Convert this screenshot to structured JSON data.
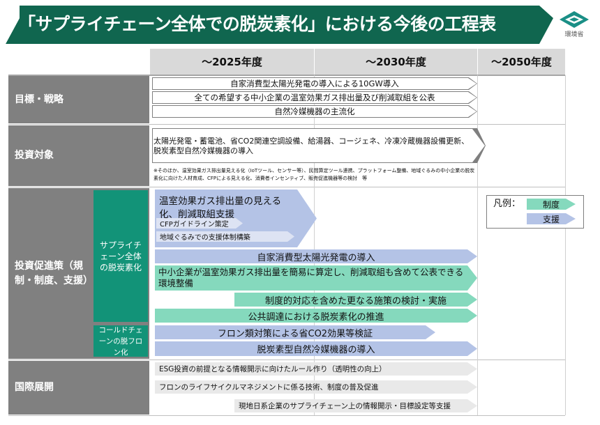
{
  "header": {
    "title": "「サプライチェーン全体での脱炭素化」における今後の工程表",
    "logo_text": "環境省",
    "colors": {
      "band": "#10664f",
      "teal": "#129378",
      "label_grey": "#808080"
    }
  },
  "columns": [
    "～2025年度",
    "～2030年度",
    "～2050年度"
  ],
  "rows": {
    "goals": {
      "label": "目標・戦略",
      "items": [
        "自家消費型太陽光発電の導入による10GW導入",
        "全ての希望する中小企業の温室効果ガス排出量及び削減取組を公表",
        "自然冷媒機器の主流化"
      ]
    },
    "investment_targets": {
      "label": "投資対象",
      "main": "太陽光発電・蓄電池、省CO2関連空調設備、給湯器、コージェネ、冷凍冷蔵機器設備更新、脱炭素型自然冷媒機器の導入",
      "note": "※そのほか、温室効果ガス排出量見える化（IoTツール、センサー等）、民間算定ツール連携、プラットフォーム整備、地域ぐるみの中小企業の脱炭素化に向けた人材育成、CFPによる見える化、消費者インセンティブ、販売促進機器等の検討　等"
    },
    "promotion": {
      "label": "投資促進策（規制・制度、支援）",
      "sub_supply_chain": "サプライチェーン全体の脱炭素化",
      "sub_cold_chain": "コールドチェーンの脱フロン化",
      "visualize": "温室効果ガス排出量の見える化、削減取組支援",
      "cfp": "CFPガイドライン策定",
      "regional": "地域ぐるみでの支援体制構築",
      "solar": "自家消費型太陽光発電の導入",
      "sme": "中小企業が温室効果ガス排出量を簡易に算定し、削減取組も含めて公表できる環境整備",
      "institutional": "制度的対応を含めた更なる施策の検討・実施",
      "procurement": "公共調達における脱炭素化の推進",
      "freon": "フロン類対策による省CO2効果等検証",
      "natural_refrigerant": "脱炭素型自然冷媒機器の導入"
    },
    "international": {
      "label": "国際展開",
      "esg": "ESG投資の前提となる情報開示に向けたルール作り（透明性の向上）",
      "freon_lifecycle": "フロンのライフサイクルマネジメントに係る技術、制度の普及促進",
      "overseas": "現地日系企業のサプライチェーン上の情報開示・目標設定等支援"
    }
  },
  "legend": {
    "title": "凡例：",
    "regulation": "制度",
    "support": "支援"
  }
}
